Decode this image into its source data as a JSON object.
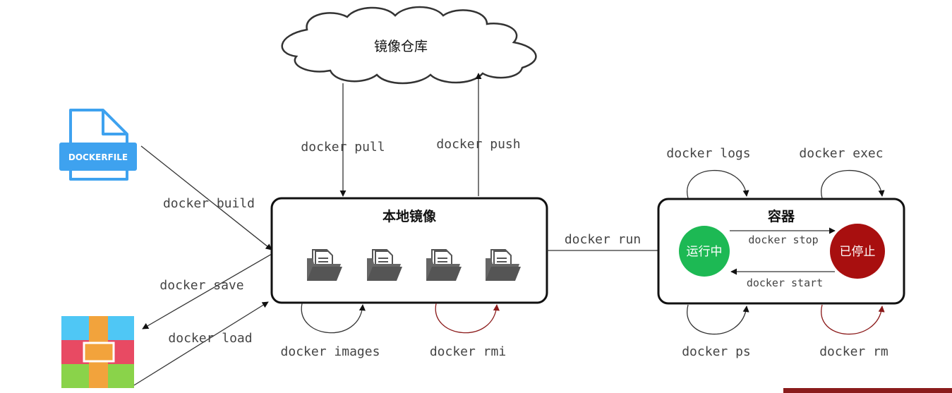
{
  "registry": {
    "label": "镜像仓库"
  },
  "local_images": {
    "title": "本地镜像"
  },
  "container": {
    "title": "容器",
    "running": "运行中",
    "stopped": "已停止"
  },
  "dockerfile": {
    "label": "DOCKERFILE"
  },
  "commands": {
    "pull": "docker pull",
    "push": "docker push",
    "build": "docker build",
    "save": "docker save",
    "load": "docker load",
    "images": "docker images",
    "rmi": "docker rmi",
    "run": "docker run",
    "logs": "docker logs",
    "exec": "docker exec",
    "stop": "docker stop",
    "start": "docker start",
    "ps": "docker ps",
    "rm": "docker rm"
  },
  "colors": {
    "running": "#1db954",
    "stopped": "#a80f0f",
    "dockerfile": "#3ea2ef",
    "red_arrow": "#8b1a1a"
  },
  "icons": {
    "dockerfile": "document-icon",
    "archive": "archive-box-icon",
    "image_files": "folder-document-icon"
  }
}
